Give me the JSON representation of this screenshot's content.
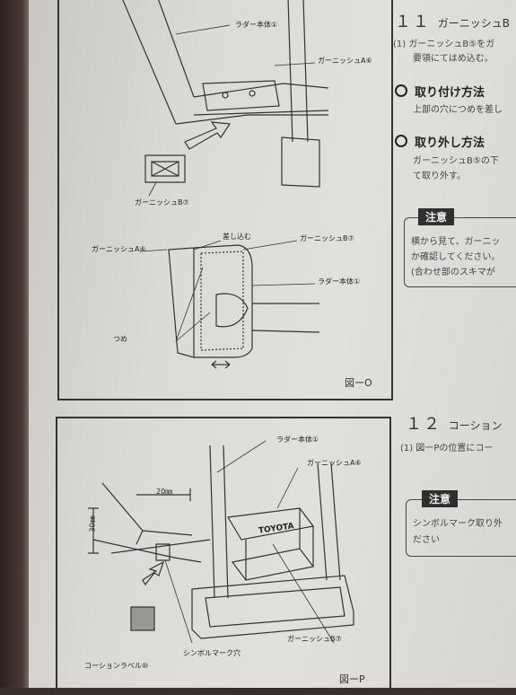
{
  "figure_o": {
    "labels": {
      "ladder_body_top": "ラダー本体①",
      "garnish_a_top": "ガーニッシュA⑥",
      "garnish_b_left": "ガーニッシュB⑦",
      "garnish_a_mid": "ガーニッシュA⑥",
      "insert": "差し込む",
      "garnish_b_mid": "ガーニッシュB⑦",
      "ladder_body_mid": "ラダー本体①",
      "claw": "つめ"
    },
    "caption": "図ーO"
  },
  "figure_p": {
    "labels": {
      "ladder_body": "ラダー本体①",
      "garnish_a": "ガーニッシュA⑥",
      "dim_20": "20㎜",
      "dim_30": "30㎜",
      "symbol_hole": "シンボルマーク穴",
      "corsion_label": "コーションラベル⑩",
      "garnish_b": "ガーニッシュB⑦",
      "emblem": "TOYOTA"
    },
    "caption": "図ーP"
  },
  "section11": {
    "number": "１１",
    "title": "ガーニッシュB",
    "step1_line1": "(1)  ガーニッシュB⑤をガ",
    "step1_line2": "要領にてはめ込む。",
    "install_heading": "取り付け方法",
    "install_text": "上部の穴につめを差し",
    "remove_heading": "取り外し方法",
    "remove_line1": "ガーニッシュB⑤の下",
    "remove_line2": "て取り外す。",
    "caution_tag": "注意",
    "caution_line1": "横から見て、ガーニッ",
    "caution_line2": "か確認してください。",
    "caution_line3": "(合わせ部のスキマが"
  },
  "section12": {
    "number": "１２",
    "title": "コーション",
    "step1": "(1)  図ーPの位置にコー",
    "caution_tag": "注意",
    "caution_line1": "シンボルマーク取り外",
    "caution_line2": "ださい"
  }
}
